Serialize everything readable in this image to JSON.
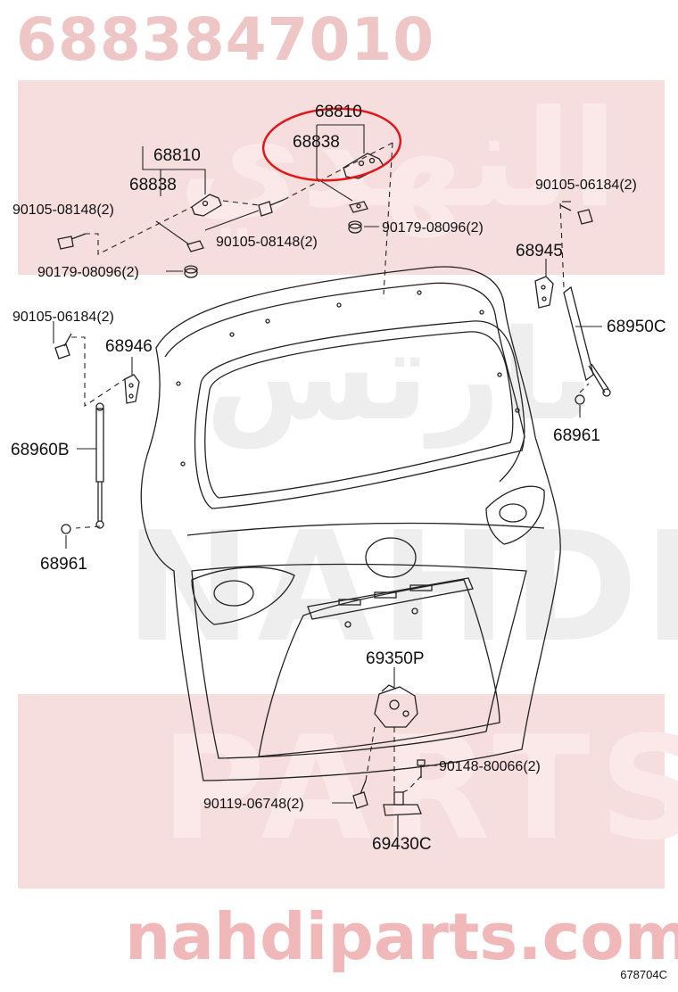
{
  "header": {
    "part_number": "6883847010"
  },
  "watermark": {
    "arabic_top": "النهدي",
    "arabic_mid": "بارتس",
    "latin_mid": "NAHDI",
    "latin_low": "PARTS",
    "site": "nahdiparts.com",
    "band_color": "#f6dede",
    "text_color": "#f0b8b8"
  },
  "highlight": {
    "color": "#e01818",
    "label": "68838"
  },
  "callouts": {
    "c68810_top": "68810",
    "c68838_top": "68838",
    "c68810_left": "68810",
    "c68838_left": "68838",
    "c90105_08148_left": "90105-08148(2)",
    "c90105_08148_mid": "90105-08148(2)",
    "c90179_08096_left": "90179-08096(2)",
    "c90179_08096_right": "90179-08096(2)",
    "c90105_06184_right": "90105-06184(2)",
    "c90105_06184_left": "90105-06184(2)",
    "c68945": "68945",
    "c68950C": "68950C",
    "c68946": "68946",
    "c68961_right": "68961",
    "c68960B": "68960B",
    "c68961_left": "68961",
    "c69350P": "69350P",
    "c90148_80066": "90148-80066(2)",
    "c90119_06748": "90119-06748(2)",
    "c69430C": "69430C"
  },
  "figure_code": "678704C"
}
